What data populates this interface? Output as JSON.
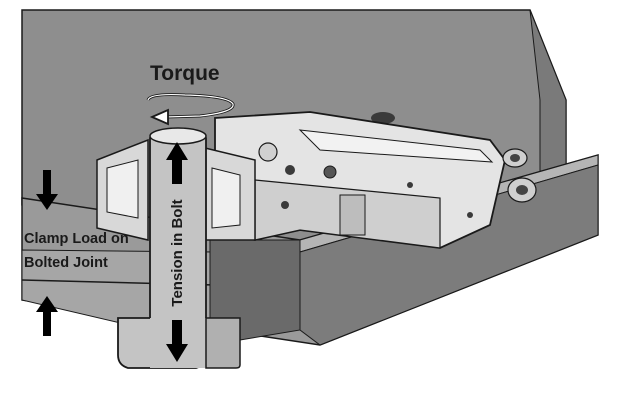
{
  "labels": {
    "torque": "Torque",
    "tension": "Tension in Bolt",
    "clamp_line1": "Clamp Load on",
    "clamp_line2": "Bolted Joint"
  },
  "colors": {
    "plate_top": "#8c8c8c",
    "plate_face": "#a9a9a9",
    "plate_shadow": "#6f6f6f",
    "tool_body": "#e6e6e6",
    "tool_edge": "#1a1a1a",
    "bolt": "#bdbdbd",
    "arrow": "#000000",
    "text": "#1a1a1a"
  },
  "icons": {
    "torque": "curved-rotation-arrow-icon",
    "tension": "double-vertical-arrow-icon",
    "clamp": "opposing-vertical-arrows-icon"
  }
}
